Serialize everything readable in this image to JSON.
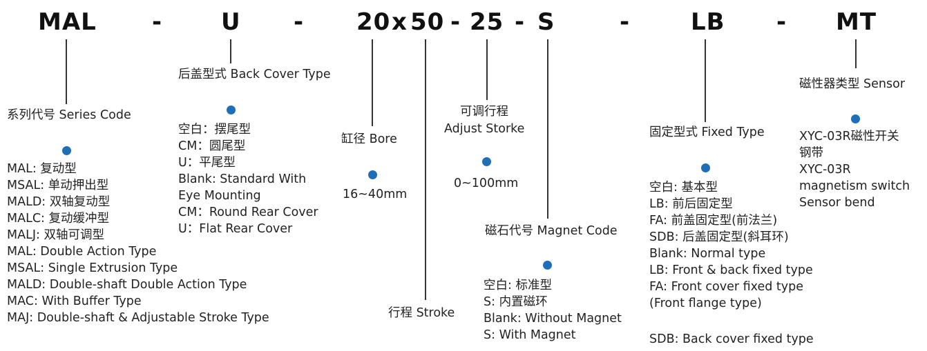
{
  "code_parts": [
    "MAL",
    "-",
    "U",
    "-",
    "20",
    "x",
    "50",
    "-",
    "25",
    "-",
    "S",
    "-",
    "LB",
    "-",
    "MT"
  ],
  "series": {
    "title": "系列代号 Series Code",
    "items": [
      "MAL: 复动型",
      "MSAL: 单动押出型",
      "MALD: 双轴复动型",
      "MALC: 复动缓冲型",
      "MALJ: 双轴可调型",
      "MAL: Double Action Type",
      "MSAL: Single Extrusion Type",
      "MALD: Double-shaft Double Action Type",
      "MAC: With Buffer Type",
      "MAJ: Double-shaft & Adjustable Stroke Type"
    ]
  },
  "back_cover": {
    "title": "后盖型式 Back Cover Type",
    "items": [
      "空白：摆尾型",
      "CM：圆尾型",
      "U：平尾型",
      "Blank: Standard With",
      "Eye Mounting",
      "CM：Round Rear Cover",
      "U：Flat Rear Cover"
    ]
  },
  "bore": {
    "title": "缸径 Bore",
    "value": "16~40mm"
  },
  "stroke": {
    "title": "行程 Stroke"
  },
  "adjust": {
    "title_cn": "可调行程",
    "title_en": "Adjust Storke",
    "value": "0~100mm"
  },
  "magnet": {
    "title": "磁石代号 Magnet Code",
    "items": [
      "空白: 标准型",
      "S: 内置磁环",
      "Blank: Without Magnet",
      "S: With Magnet"
    ]
  },
  "fixed": {
    "title": "固定型式 Fixed Type",
    "items": [
      "空白: 基本型",
      "LB: 前后固定型",
      "FA: 前盖固定型(前法兰)",
      "SDB: 后盖固定型(斜耳环)",
      "Blank: Normal type",
      "LB: Front & back fixed type",
      "FA: Front cover fixed type",
      "(Front flange type)"
    ],
    "last_item": "SDB: Back cover fixed type"
  },
  "sensor": {
    "title": "磁性器类型 Sensor",
    "items": [
      "XYC-03R磁性开关",
      "钢带",
      "XYC-03R",
      "magnetism switch",
      "Sensor bend"
    ]
  },
  "colors": {
    "dot": "#1f6fb8",
    "line": "#333333",
    "text": "#222222"
  }
}
